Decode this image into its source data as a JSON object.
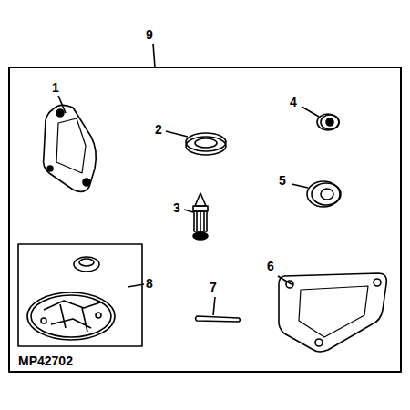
{
  "diagram": {
    "labels": [
      "9",
      "1",
      "2",
      "4",
      "5",
      "3",
      "8",
      "7",
      "6",
      "MP42702"
    ]
  }
}
